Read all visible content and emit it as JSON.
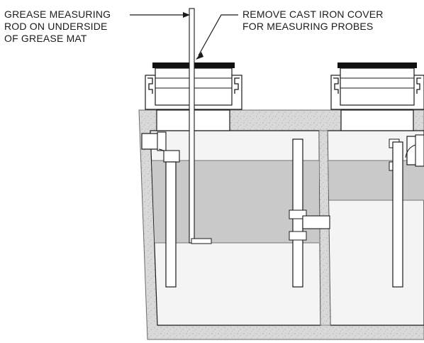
{
  "callouts": {
    "grease_rod": {
      "lines": [
        "GREASE MEASURING",
        "ROD ON UNDERSIDE",
        "OF GREASE MAT"
      ]
    },
    "cast_iron_cover": {
      "lines": [
        "REMOVE CAST IRON COVER",
        "FOR MEASURING PROBES"
      ]
    }
  },
  "colors": {
    "concrete": "#d7d7d7",
    "grease_layer": "#c9c9c9",
    "water": "#f4f4f4",
    "outline": "#1a1a1a",
    "cover": "#111111"
  }
}
